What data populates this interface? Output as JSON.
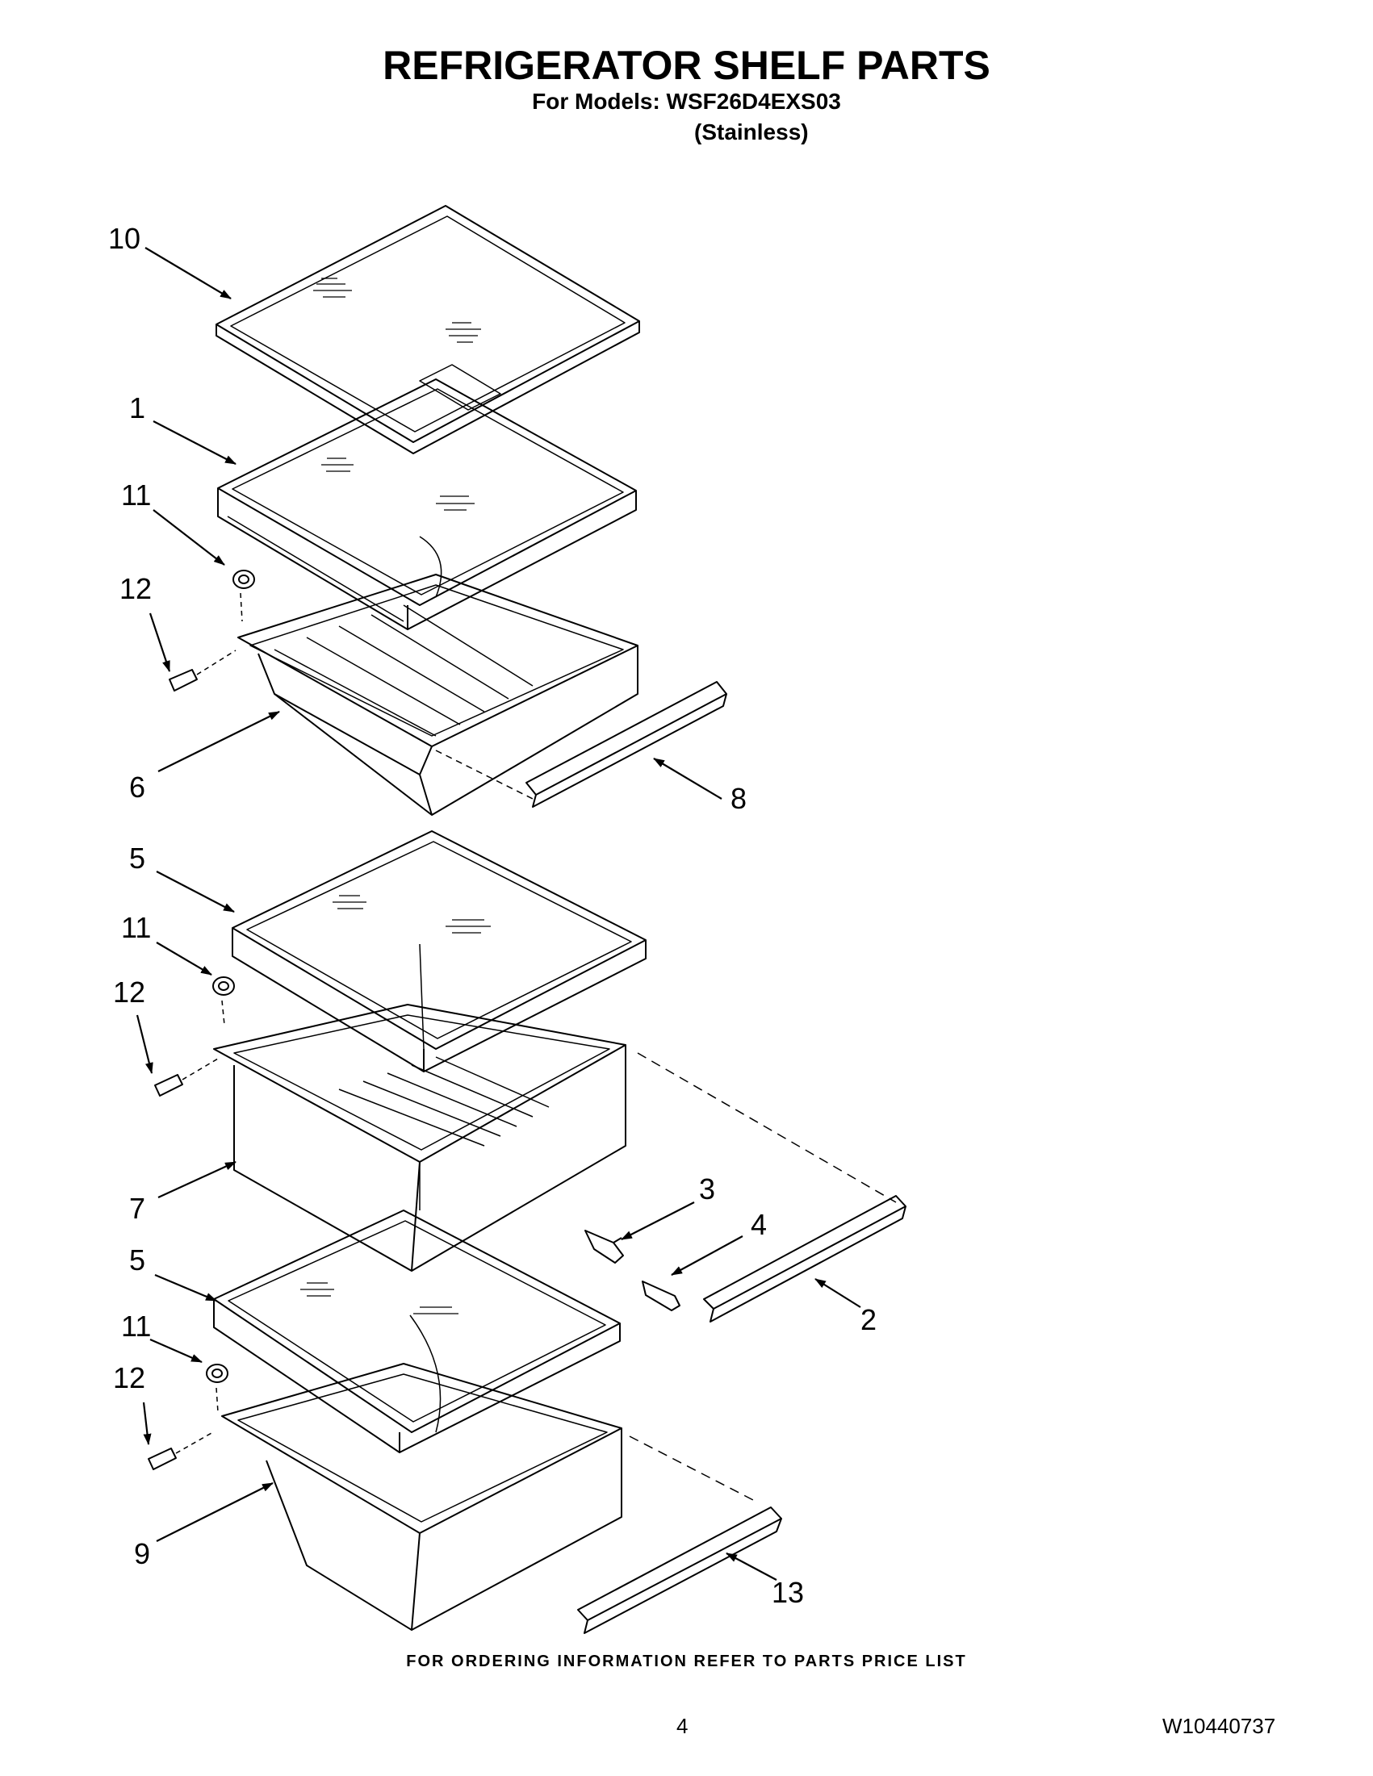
{
  "header": {
    "title": "REFRIGERATOR SHELF PARTS",
    "models_line": "For Models: WSF26D4EXS03",
    "finish_line": "(Stainless)"
  },
  "callouts": {
    "c10": "10",
    "c1": "1",
    "c11a": "11",
    "c12a": "12",
    "c6": "6",
    "c8": "8",
    "c5a": "5",
    "c11b": "11",
    "c12b": "12",
    "c7": "7",
    "c3": "3",
    "c4": "4",
    "c2": "2",
    "c5b": "5",
    "c11c": "11",
    "c12c": "12",
    "c9": "9",
    "c13": "13"
  },
  "footer": {
    "ordering_note": "FOR ORDERING INFORMATION REFER TO PARTS PRICE LIST",
    "page_number": "4",
    "document_number": "W10440737"
  }
}
